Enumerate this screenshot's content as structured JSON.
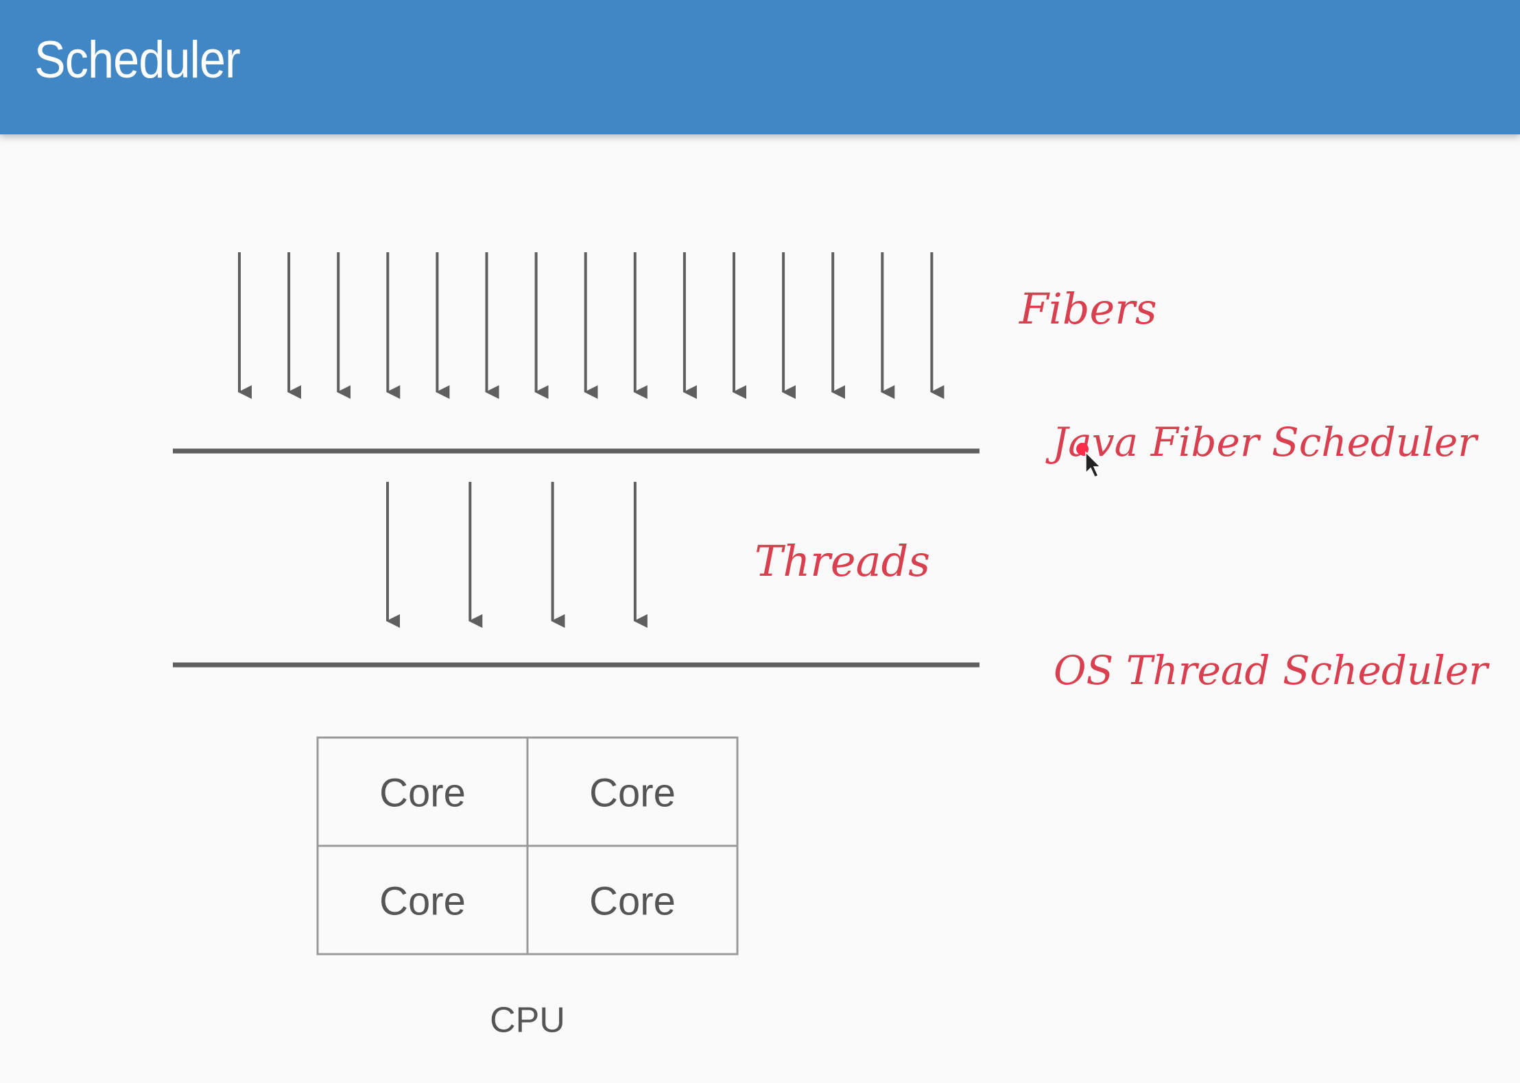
{
  "header": {
    "title": "Scheduler"
  },
  "labels": {
    "fibers": "Fibers",
    "java_fiber_scheduler": "Java Fiber Scheduler",
    "threads": "Threads",
    "os_thread_scheduler": "OS Thread Scheduler"
  },
  "fiber_count": 15,
  "thread_count": 4,
  "cpu": {
    "label": "CPU",
    "cores": [
      "Core",
      "Core",
      "Core",
      "Core"
    ]
  },
  "colors": {
    "header": "#4287c5",
    "arrow": "#5f5f5f",
    "annotation": "#d9404f",
    "text": "#555555"
  }
}
